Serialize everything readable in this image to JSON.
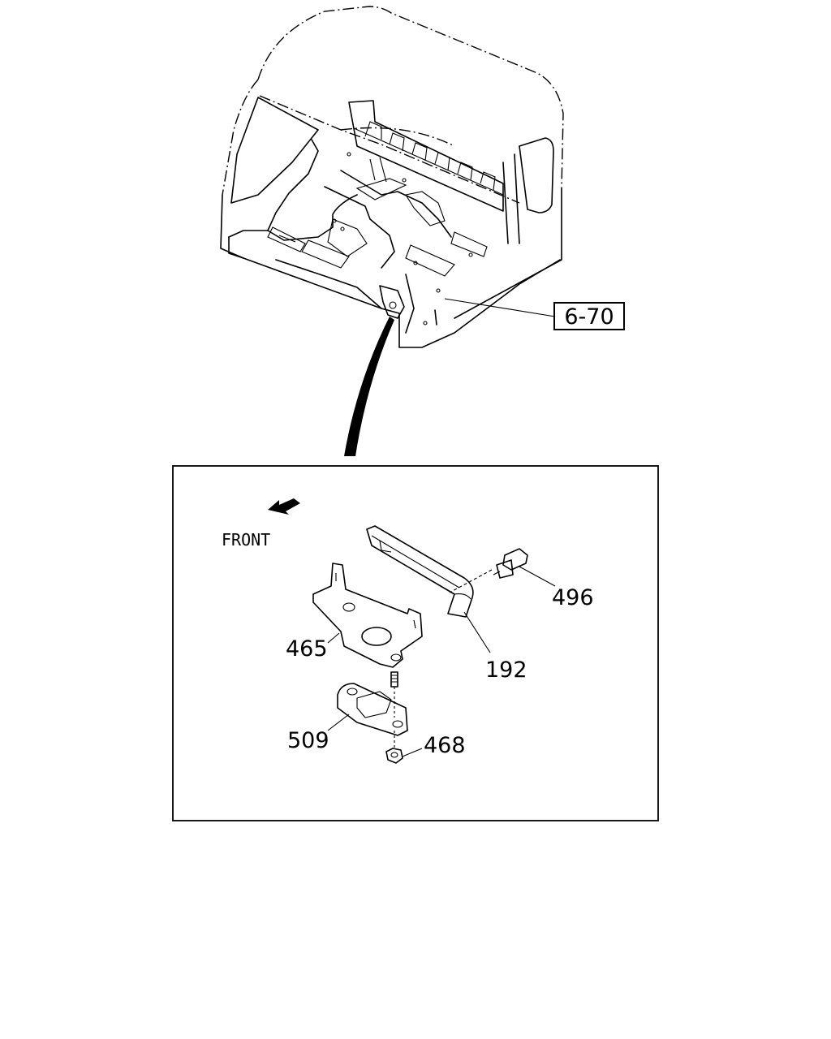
{
  "reference": {
    "text": "6-70"
  },
  "detail": {
    "front_label": "FRONT",
    "parts": {
      "p496": "496",
      "p465": "465",
      "p192": "192",
      "p509": "509",
      "p468": "468"
    }
  }
}
